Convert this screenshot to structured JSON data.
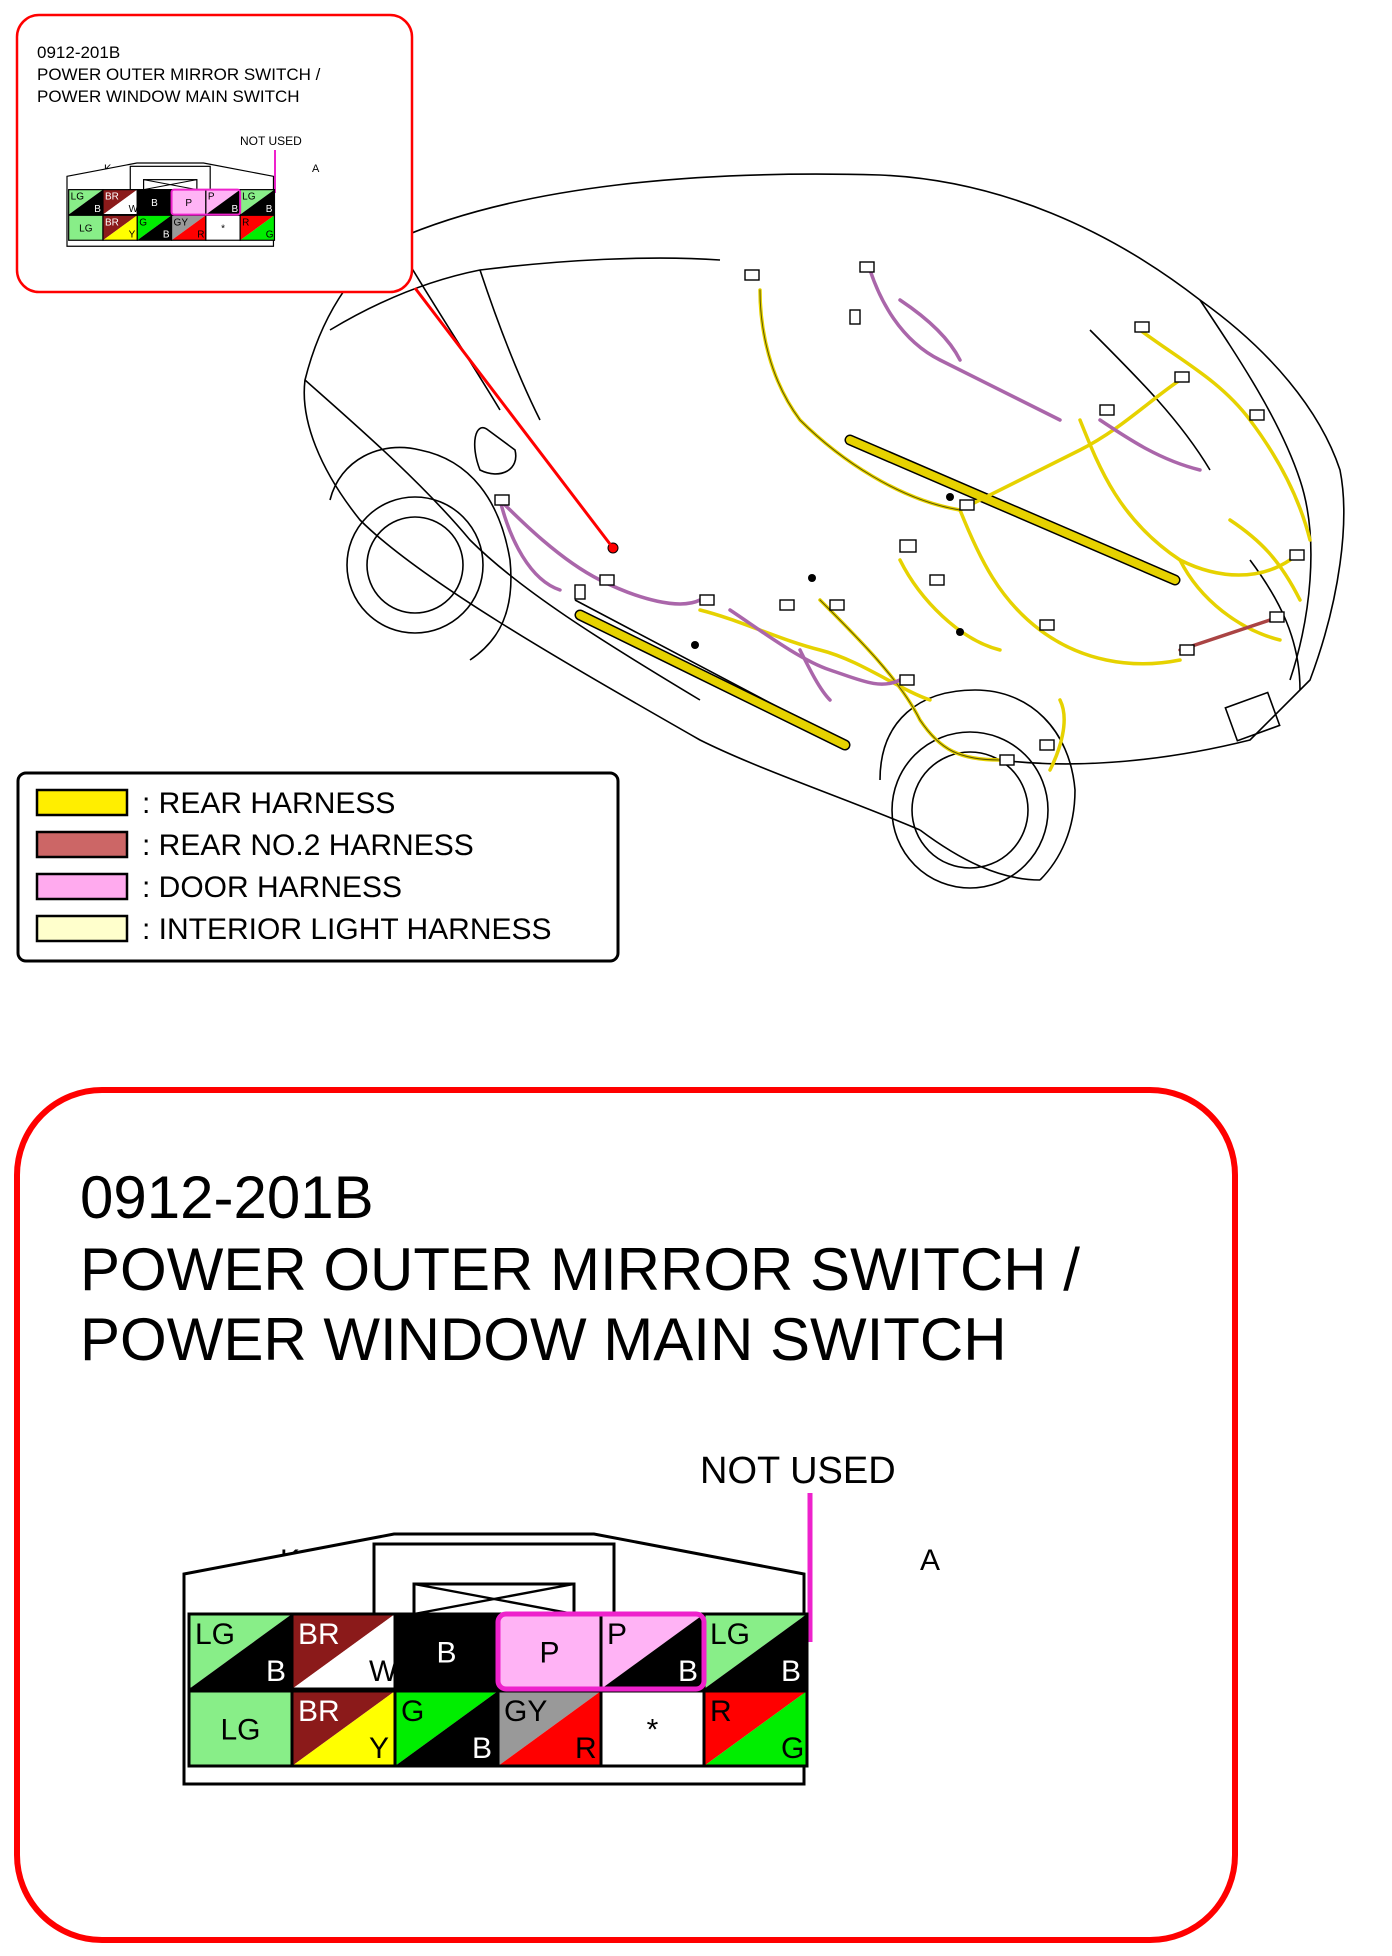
{
  "connector": {
    "code": "0912-201B",
    "title_line1": "POWER OUTER MIRROR SWITCH /",
    "title_line2": "POWER WINDOW MAIN SWITCH",
    "not_used_label": "NOT USED",
    "left_marker": "K",
    "right_marker": "A",
    "top_row": [
      {
        "a": "LG",
        "b": "B",
        "c1": "#88ee88",
        "c2": "#000000",
        "style": "split"
      },
      {
        "a": "BR",
        "b": "W",
        "c1": "#8b1a1a",
        "c2": "#ffffff",
        "style": "split"
      },
      {
        "a": "B",
        "c1": "#000000",
        "style": "solid"
      },
      {
        "a": "P",
        "c1": "#ffb3f5",
        "style": "solid"
      },
      {
        "a": "P",
        "b": "B",
        "c1": "#ffb3f5",
        "c2": "#000000",
        "style": "split"
      },
      {
        "a": "LG",
        "b": "B",
        "c1": "#88ee88",
        "c2": "#000000",
        "style": "split"
      }
    ],
    "bottom_row": [
      {
        "a": "LG",
        "c1": "#88ee88",
        "style": "solid"
      },
      {
        "a": "BR",
        "b": "Y",
        "c1": "#8b1a1a",
        "c2": "#ffff00",
        "style": "split"
      },
      {
        "a": "G",
        "b": "B",
        "c1": "#00ee00",
        "c2": "#000000",
        "style": "split"
      },
      {
        "a": "GY",
        "b": "R",
        "c1": "#999999",
        "c2": "#ff0000",
        "style": "split"
      },
      {
        "a": "*",
        "c1": "#ffffff",
        "style": "solid"
      },
      {
        "a": "R",
        "b": "G",
        "c1": "#ff0000",
        "c2": "#00ee00",
        "style": "split"
      }
    ]
  },
  "legend": [
    {
      "label": ": REAR HARNESS",
      "color": "#ffee00"
    },
    {
      "label": ": REAR NO.2 HARNESS",
      "color": "#cc6666"
    },
    {
      "label": ": DOOR HARNESS",
      "color": "#ffaaee"
    },
    {
      "label": ": INTERIOR LIGHT HARNESS",
      "color": "#ffffcc"
    }
  ],
  "colors": {
    "callout_border": "#ff0000",
    "not_used_highlight": "#ee22cc",
    "rear_harness_wire": "#e6d200",
    "door_harness_wire": "#aa66aa",
    "rear_no2_wire": "#aa4444"
  }
}
